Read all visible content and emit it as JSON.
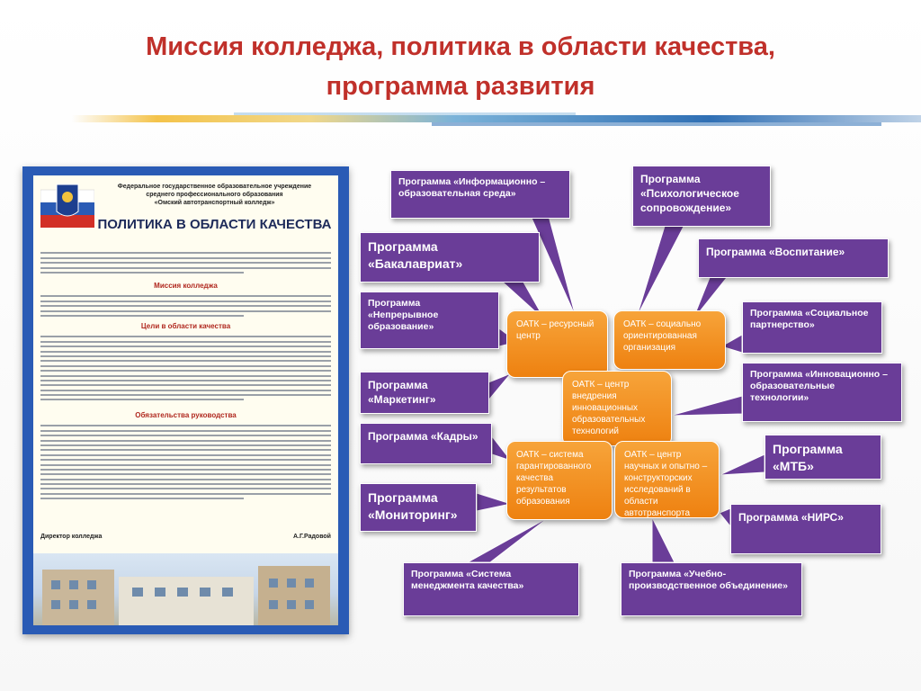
{
  "slide": {
    "title_line1": "Миссия колледжа, политика в области качества,",
    "title_line2": "программа развития"
  },
  "poster": {
    "header_line1": "Федеральное государственное образовательное учреждение",
    "header_line2": "среднего профессионального образования",
    "header_line3": "«Омский автотранспортный колледж»",
    "title": "ПОЛИТИКА В ОБЛАСТИ КАЧЕСТВА",
    "heading_mission": "Миссия колледжа",
    "heading_goals": "Цели в области качества",
    "heading_obligations": "Обязательства руководства",
    "signature_role": "Директор колледжа",
    "signature_name": "А.Г.Радовой"
  },
  "diagram": {
    "centers": {
      "resource": "ОАТК – ресурсный центр",
      "social": "ОАТК – социально ориентированная организация",
      "innovation": "ОАТК – центр внедрения инновационных образовательных технологий",
      "quality": "ОАТК – система гарантированного качества результатов образования",
      "research": "ОАТК – центр научных и опытно – конструкторских исследований в области автотранспорта"
    },
    "programs": {
      "info_env": "Программа «Информационно – образовательная среда»",
      "psych": "Программа «Психологическое сопровождение»",
      "bachelor": "Программа «Бакалавриат»",
      "upbringing": "Программа «Воспитание»",
      "continuous": "Программа «Непрерывное образование»",
      "social_partner": "Программа «Социальное партнерство»",
      "innov_tech": "Программа «Инновационно – образовательные технологии»",
      "marketing": "Программа «Маркетинг»",
      "personnel": "Программа «Кадры»",
      "mtb": "Программа «МТБ»",
      "monitoring": "Программа «Мониторинг»",
      "nirs": "Программа «НИРС»",
      "qms": "Программа «Система менеджмента качества»",
      "production": "Программа «Учебно-производственное объединение»"
    }
  },
  "colors": {
    "title": "#c0302a",
    "program_box": "#6a3d98",
    "center_box": "#ee8110",
    "poster_frame": "#2a5bb5"
  }
}
